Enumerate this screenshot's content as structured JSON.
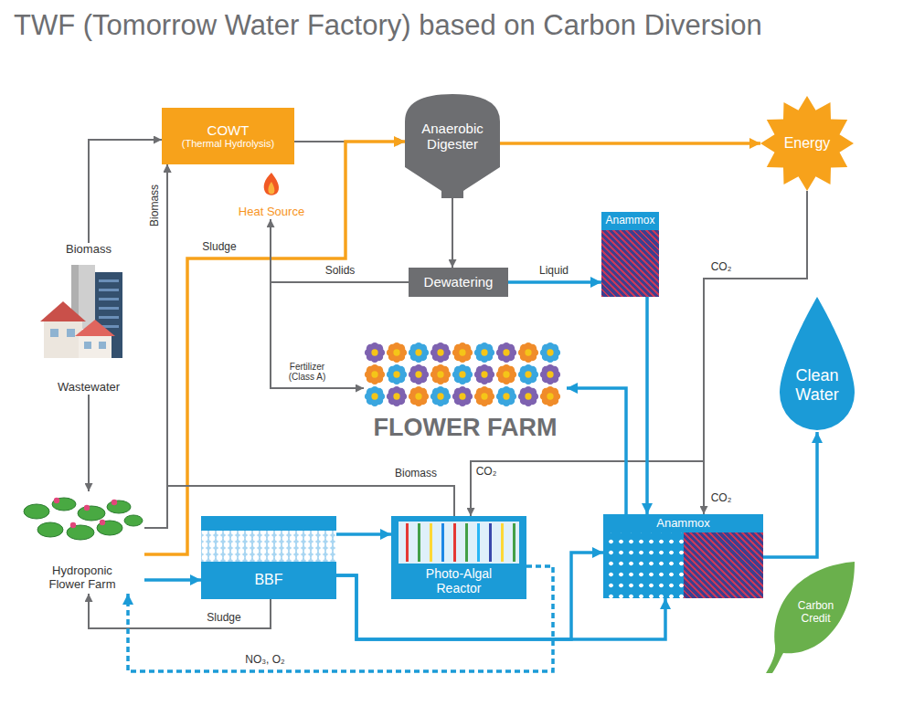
{
  "diagram": {
    "title": "TWF (Tomorrow Water Factory) based on Carbon Diversion",
    "nodes": [
      {
        "text": [
          "COWT",
          "(Thermal Hydrolysis)"
        ]
      },
      {
        "text": [
          "Heat Source"
        ]
      },
      {
        "text": [
          "Anaerobic Digester"
        ]
      },
      {
        "text": [
          "Energy"
        ]
      },
      {
        "text": [
          "Biomass",
          "Wastewater"
        ]
      },
      {
        "text": [
          "Dewatering"
        ]
      },
      {
        "text": [
          "Anammox"
        ]
      },
      {
        "text": [
          "Clean Water"
        ]
      },
      {
        "text": [
          "FLOWER FARM"
        ]
      },
      {
        "text": [
          "Hydroponic Flower Farm"
        ]
      },
      {
        "text": [
          "BBF"
        ]
      },
      {
        "text": [
          "Photo-Algal Reactor"
        ]
      },
      {
        "text": [
          "Anammox"
        ]
      },
      {
        "text": [
          "Carbon Credit"
        ]
      }
    ],
    "edges": [
      {
        "from": 4,
        "to": 0,
        "arrow": "to"
      },
      {
        "from": 4,
        "to": 9,
        "arrow": "to"
      },
      {
        "from": 0,
        "to": 2,
        "arrow": "to"
      },
      {
        "from": 9,
        "to": 0,
        "label": "Biomass",
        "arrow": "to"
      },
      {
        "from": 9,
        "to": 2,
        "label": "Sludge",
        "arrow": "to"
      },
      {
        "from": 2,
        "to": 3,
        "arrow": "to"
      },
      {
        "from": 2,
        "to": 5,
        "arrow": "to"
      },
      {
        "from": 5,
        "to": 6,
        "label": "Liquid",
        "arrow": "to"
      },
      {
        "from": 5,
        "to": 1,
        "label": "Solids",
        "arrow": "to"
      },
      {
        "from": 5,
        "to": 8,
        "label": "Fertilizer (Class A)",
        "arrow": "to"
      },
      {
        "from": 3,
        "to": 12,
        "label": "CO₂",
        "arrow": "to"
      },
      {
        "from": 3,
        "to": 11,
        "label": "CO₂",
        "arrow": "to"
      },
      {
        "from": 6,
        "to": 12,
        "arrow": "to"
      },
      {
        "from": 12,
        "to": 8,
        "arrow": "to"
      },
      {
        "from": 12,
        "to": 7,
        "arrow": "to"
      },
      {
        "from": 9,
        "to": 10,
        "arrow": "to"
      },
      {
        "from": 10,
        "to": 9,
        "label": "Sludge",
        "arrow": "to"
      },
      {
        "from": 10,
        "to": 11,
        "arrow": "to"
      },
      {
        "from": 10,
        "to": 12,
        "arrow": "to"
      },
      {
        "from": 10,
        "to": 12,
        "arrow": "to"
      },
      {
        "from": 11,
        "to": 9,
        "label": "NO₃, O₂",
        "arrow": "to"
      },
      {
        "from": 11,
        "to": 0,
        "label": "Biomass",
        "arrow": "to"
      }
    ],
    "labels": [
      "CO₂"
    ]
  }
}
